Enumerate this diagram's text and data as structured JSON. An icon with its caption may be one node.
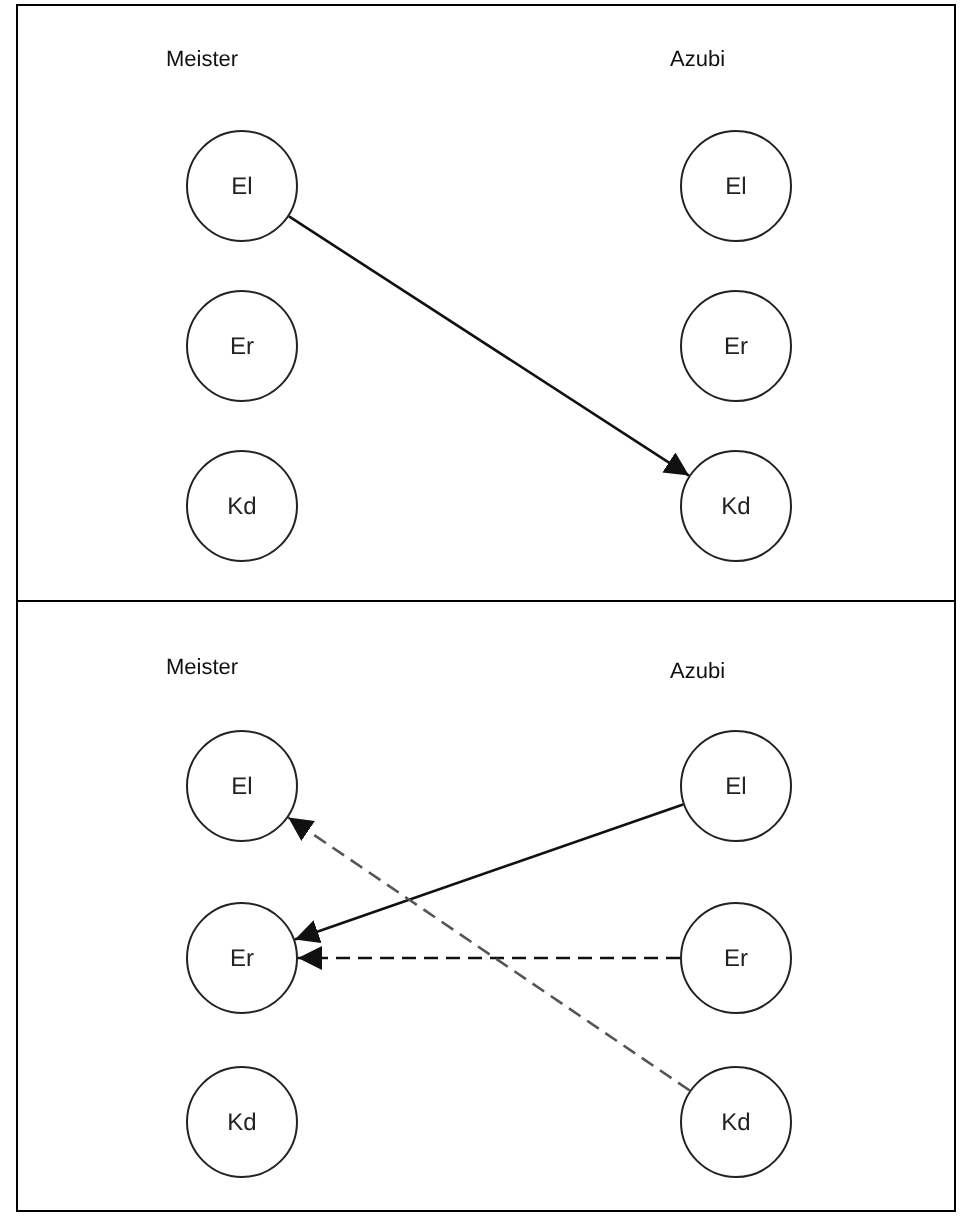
{
  "diagram": {
    "nodes": [
      {
        "text": [
          "Meister",
          "Azubi"
        ]
      },
      {
        "text": [
          "El"
        ],
        "in": 0
      },
      {
        "text": [
          "El"
        ],
        "in": 0
      },
      {
        "text": [
          "Er"
        ],
        "in": 0
      },
      {
        "text": [
          "Er"
        ],
        "in": 0
      },
      {
        "text": [
          "Kd"
        ],
        "in": 0
      },
      {
        "text": [
          "Kd"
        ],
        "in": 0
      },
      {
        "text": [
          "Meister",
          "Azubi"
        ]
      },
      {
        "text": [
          "El"
        ],
        "in": 7
      },
      {
        "text": [
          "El"
        ],
        "in": 7
      },
      {
        "text": [
          "Er"
        ],
        "in": 7
      },
      {
        "text": [
          "Er"
        ],
        "in": 7
      },
      {
        "text": [
          "Kd"
        ],
        "in": 7
      },
      {
        "text": [
          "Kd"
        ],
        "in": 7
      }
    ],
    "edges": [
      {
        "from": 1,
        "to": 6,
        "arrow": "to"
      },
      {
        "from": 9,
        "to": 10,
        "arrow": "to"
      },
      {
        "from": 11,
        "to": 10,
        "arrow": "to",
        "style": "dashed"
      },
      {
        "from": 13,
        "to": 8,
        "arrow": "to",
        "style": "dashed",
        "color": "#555555"
      }
    ]
  }
}
